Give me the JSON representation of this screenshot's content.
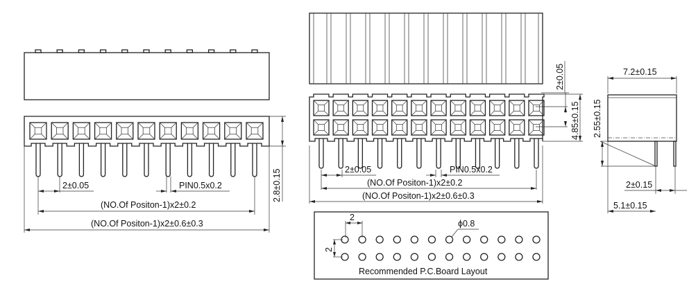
{
  "drawing": {
    "positions": 11,
    "double_row_positions": 12,
    "single_row": {
      "pitch_label": "2±0.05",
      "pin_label": "PIN0.5x0.2",
      "span_label": "(NO.Of Positon-1)x2±0.2",
      "overall_label": "(NO.Of Positon-1)x2±0.6±0.3",
      "height_label": "2.8±0.15"
    },
    "double_row": {
      "row_pitch_label": "2±0.05",
      "height_label": "4.85±0.15",
      "pitch_label": "2±0.05",
      "pin_label": "PIN0.5x0.2",
      "span_label": "(NO.Of Positon-1)x2±0.2",
      "overall_label": "(NO.Of Positon-1)x2±0.6±0.3"
    },
    "side_view": {
      "width_label": "7.2±0.15",
      "height_label": "2.55±0.15",
      "pin_offset_label": "2±0.15",
      "pin_span_label": "5.1±0.15"
    },
    "pcb_layout": {
      "title": "Recommended P.C.Board Layout",
      "pitch_x_label": "2",
      "pitch_y_label": "2",
      "hole_label": "ϕ0.8",
      "columns": 12,
      "rows": 2
    }
  }
}
